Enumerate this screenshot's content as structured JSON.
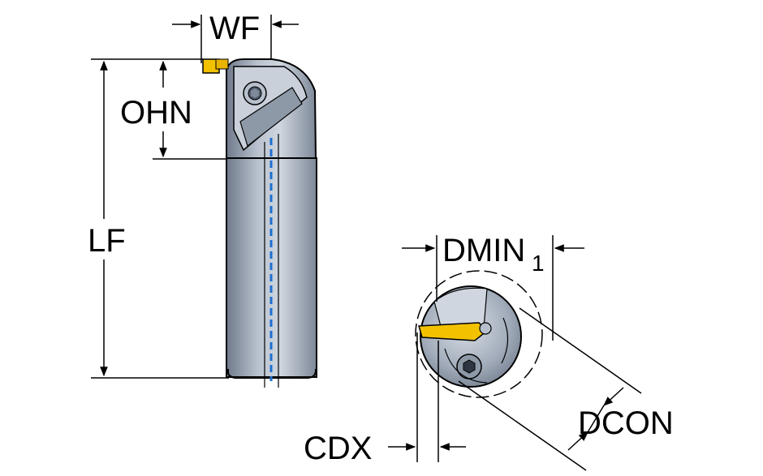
{
  "labels": {
    "wf": "WF",
    "ohn": "OHN",
    "lf": "LF",
    "dmin": "DMIN",
    "dmin_sub": "1",
    "cdx": "CDX",
    "dcon": "DCON"
  },
  "colors": {
    "body_dark": "#7a8596",
    "body_mid": "#a8b2c0",
    "body_light": "#d4dae3",
    "coolant_blue": "#1f6fd1",
    "insert_yellow": "#f2c200",
    "line": "#000000",
    "background": "#ffffff"
  },
  "icons": {
    "clamp_screw": "hex-socket-screw-icon",
    "insert": "cutting-insert-icon"
  }
}
